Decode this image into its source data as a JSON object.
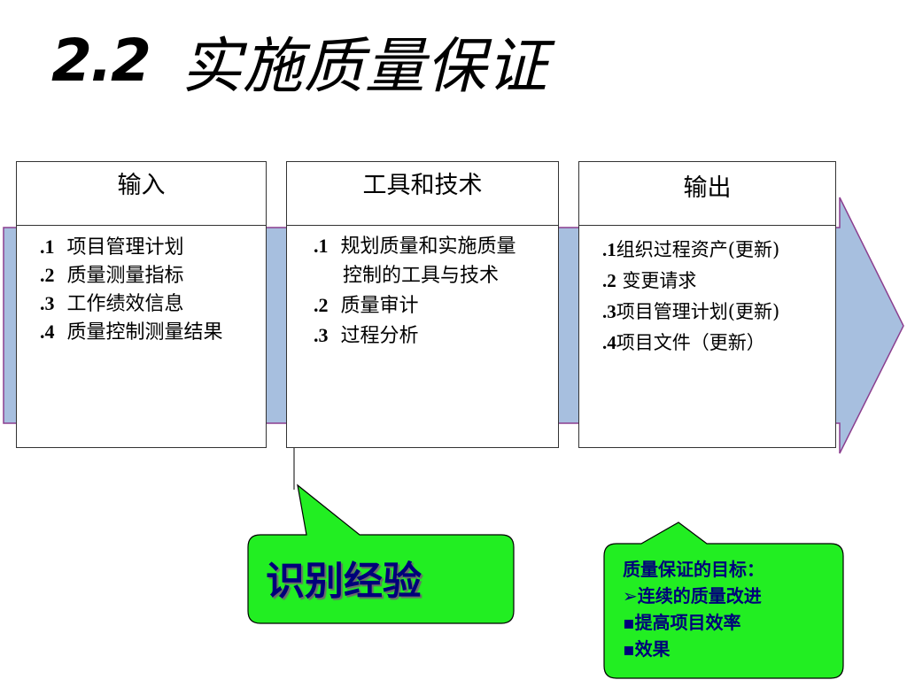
{
  "title": {
    "number": "2.2",
    "text": "实施质量保证"
  },
  "inputs": {
    "heading": "输入",
    "items": [
      {
        "num": ".1",
        "text": "项目管理计划"
      },
      {
        "num": ".2",
        "text": "质量测量指标"
      },
      {
        "num": ".3",
        "text": "工作绩效信息"
      },
      {
        "num": ".4",
        "text": "质量控制测量结果"
      }
    ]
  },
  "tools": {
    "heading": "工具和技术",
    "items": [
      {
        "num": ".1",
        "text": "规划质量和实施质量",
        "cont": "控制的工具与技术"
      },
      {
        "num": ".2",
        "text": "质量审计"
      },
      {
        "num": ".3",
        "text": "过程分析"
      }
    ]
  },
  "outputs": {
    "heading": "输出",
    "items": [
      {
        "num": ".1",
        "text": "组织过程资产(更新)"
      },
      {
        "num": ".2",
        "text": " 变更请求"
      },
      {
        "num": ".3",
        "text": "项目管理计划(更新)"
      },
      {
        "num": ".4",
        "text": "项目文件（更新）"
      }
    ]
  },
  "callout_identify": {
    "text": "识别经验"
  },
  "callout_goals": {
    "heading": "质量保证的目标：",
    "items": [
      {
        "bullet": "➢",
        "text": "连续的质量改进"
      },
      {
        "bullet": "▪",
        "text": "提高项目效率"
      },
      {
        "bullet": "▪",
        "text": "效果"
      }
    ]
  },
  "colors": {
    "arrow_fill": "#a7bfdf",
    "arrow_stroke": "#8b3f8f",
    "callout_fill": "#22ee22",
    "callout_text": "#00007a",
    "box_border": "#333333"
  }
}
